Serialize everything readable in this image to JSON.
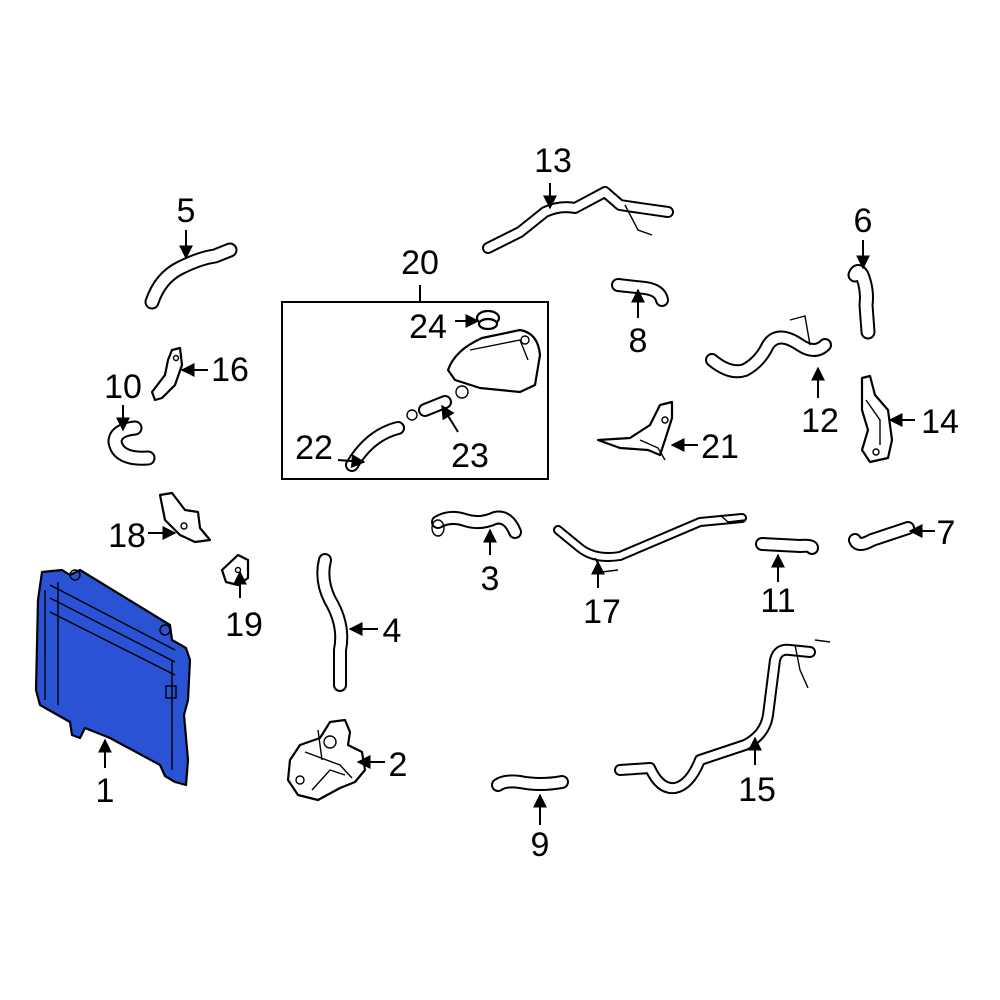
{
  "diagram": {
    "highlight_color": "#2952d4",
    "callouts": [
      {
        "id": "1",
        "label": "1"
      },
      {
        "id": "2",
        "label": "2"
      },
      {
        "id": "3",
        "label": "3"
      },
      {
        "id": "4",
        "label": "4"
      },
      {
        "id": "5",
        "label": "5"
      },
      {
        "id": "6",
        "label": "6"
      },
      {
        "id": "7",
        "label": "7"
      },
      {
        "id": "8",
        "label": "8"
      },
      {
        "id": "9",
        "label": "9"
      },
      {
        "id": "10",
        "label": "10"
      },
      {
        "id": "11",
        "label": "11"
      },
      {
        "id": "12",
        "label": "12"
      },
      {
        "id": "13",
        "label": "13"
      },
      {
        "id": "14",
        "label": "14"
      },
      {
        "id": "15",
        "label": "15"
      },
      {
        "id": "16",
        "label": "16"
      },
      {
        "id": "17",
        "label": "17"
      },
      {
        "id": "18",
        "label": "18"
      },
      {
        "id": "19",
        "label": "19"
      },
      {
        "id": "20",
        "label": "20"
      },
      {
        "id": "21",
        "label": "21"
      },
      {
        "id": "22",
        "label": "22"
      },
      {
        "id": "23",
        "label": "23"
      },
      {
        "id": "24",
        "label": "24"
      }
    ]
  }
}
